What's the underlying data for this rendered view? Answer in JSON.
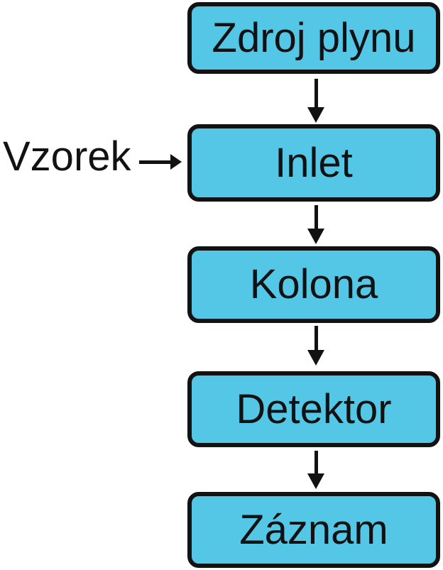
{
  "colors": {
    "box_fill": "#54c6e6",
    "box_border": "#121212",
    "text": "#121212",
    "background": "#ffffff",
    "arrow": "#121212"
  },
  "diagram": {
    "type": "flowchart",
    "direction": "top-down",
    "nodes": [
      {
        "id": "zdroj-plynu",
        "label": "Zdroj plynu"
      },
      {
        "id": "inlet",
        "label": "Inlet"
      },
      {
        "id": "kolona",
        "label": "Kolona"
      },
      {
        "id": "detektor",
        "label": "Detektor"
      },
      {
        "id": "zaznam",
        "label": "Záznam"
      }
    ],
    "edges": [
      {
        "from": "zdroj-plynu",
        "to": "inlet"
      },
      {
        "from": "inlet",
        "to": "kolona"
      },
      {
        "from": "kolona",
        "to": "detektor"
      },
      {
        "from": "detektor",
        "to": "zaznam"
      }
    ],
    "side_input": {
      "label": "Vzorek",
      "target": "inlet"
    }
  }
}
